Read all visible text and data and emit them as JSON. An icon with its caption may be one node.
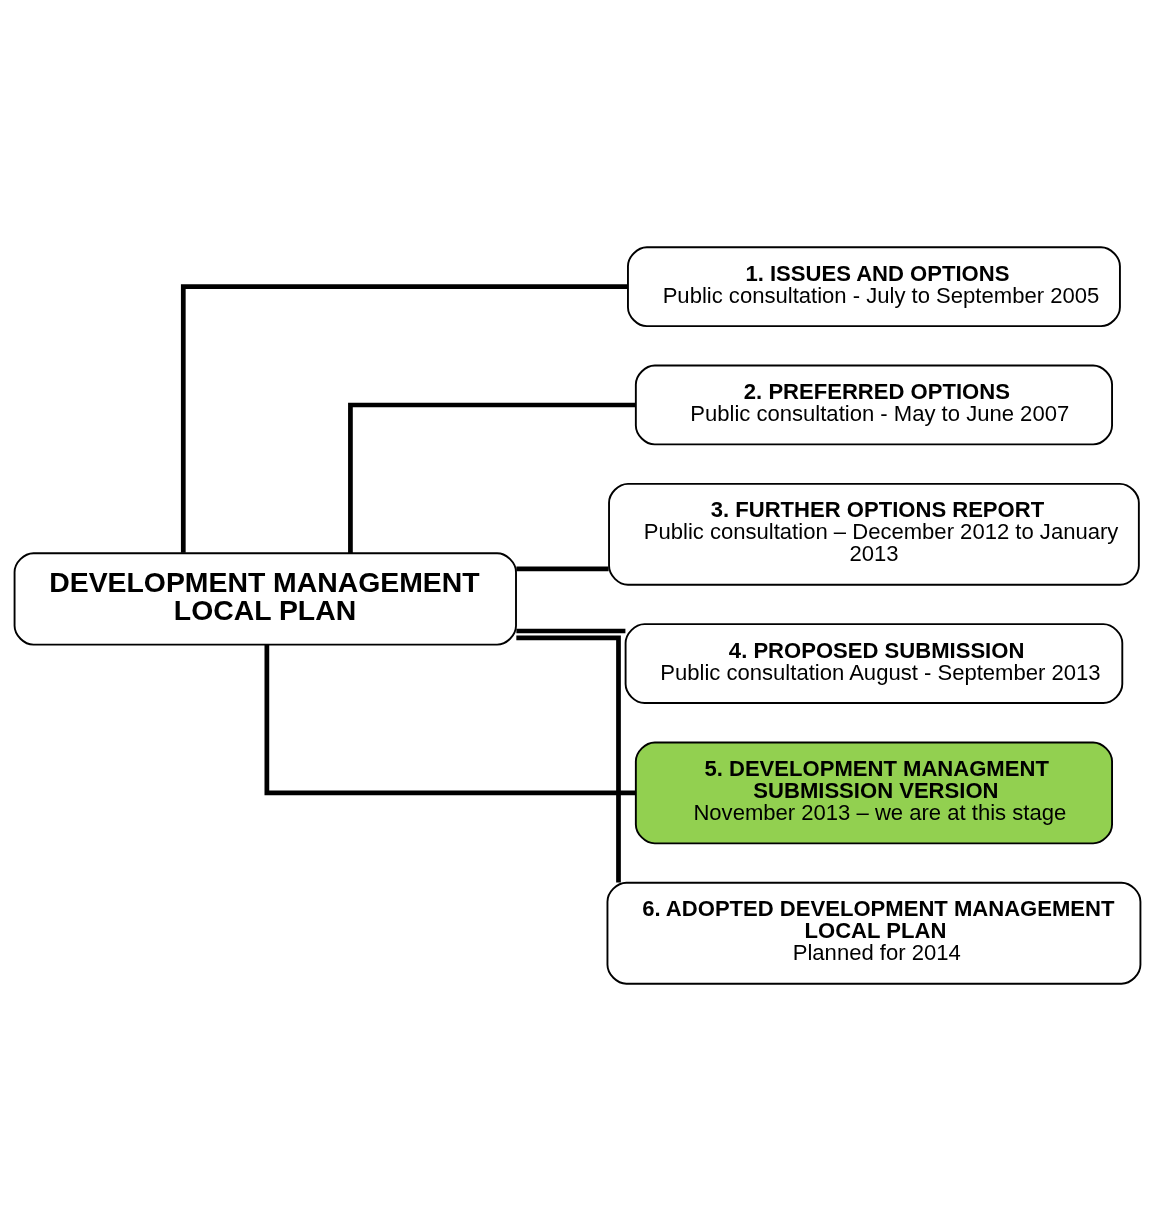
{
  "diagram": {
    "nodes": [
      {
        "text": [
          "DEVELOPMENT MANAGEMENT LOCAL PLAN"
        ]
      },
      {
        "text": [
          "1. ISSUES AND OPTIONS",
          "Public consultation - July to September 2005"
        ]
      },
      {
        "text": [
          "2. PREFERRED OPTIONS",
          "Public consultation - May to June 2007"
        ]
      },
      {
        "text": [
          "3. FURTHER OPTIONS REPORT",
          "Public consultation – December 2012 to January 2013"
        ]
      },
      {
        "text": [
          "4. PROPOSED SUBMISSION",
          "Public consultation August - September 2013"
        ]
      },
      {
        "text": [
          "5. DEVELOPMENT MANAGMENT SUBMISSION VERSION",
          "November 2013 – we are at this stage"
        ]
      },
      {
        "text": [
          "6. ADOPTED DEVELOPMENT MANAGEMENT LOCAL PLAN",
          "Planned for 2014"
        ]
      }
    ],
    "edges": [
      {
        "from": 0,
        "to": 1,
        "arrow": "none"
      },
      {
        "from": 0,
        "to": 2,
        "arrow": "none"
      },
      {
        "from": 0,
        "to": 3,
        "arrow": "none"
      },
      {
        "from": 0,
        "to": 4,
        "arrow": "none"
      },
      {
        "from": 0,
        "to": 5,
        "arrow": "none"
      },
      {
        "from": 0,
        "to": 6,
        "arrow": "none"
      }
    ]
  }
}
